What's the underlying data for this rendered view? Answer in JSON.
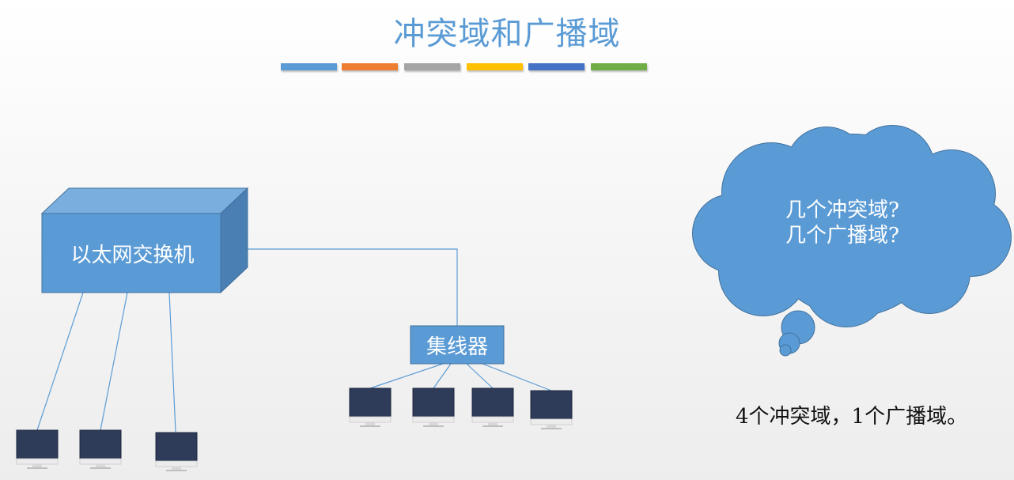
{
  "title": "冲突域和广播域",
  "accent_colors": [
    "#5b9bd5",
    "#ed7d31",
    "#a5a5a5",
    "#ffc000",
    "#4472c4",
    "#70ad47"
  ],
  "switch": {
    "label": "以太网交换机"
  },
  "hub": {
    "label": "集线器"
  },
  "thought_bubble": {
    "line1": "几个冲突域?",
    "line2": "几个广播域?"
  },
  "answer": "4个冲突域，1个广播域。",
  "colors": {
    "device_fill": "#5b9bd5",
    "device_stroke": "#41719c",
    "line": "#5b9bd5"
  }
}
